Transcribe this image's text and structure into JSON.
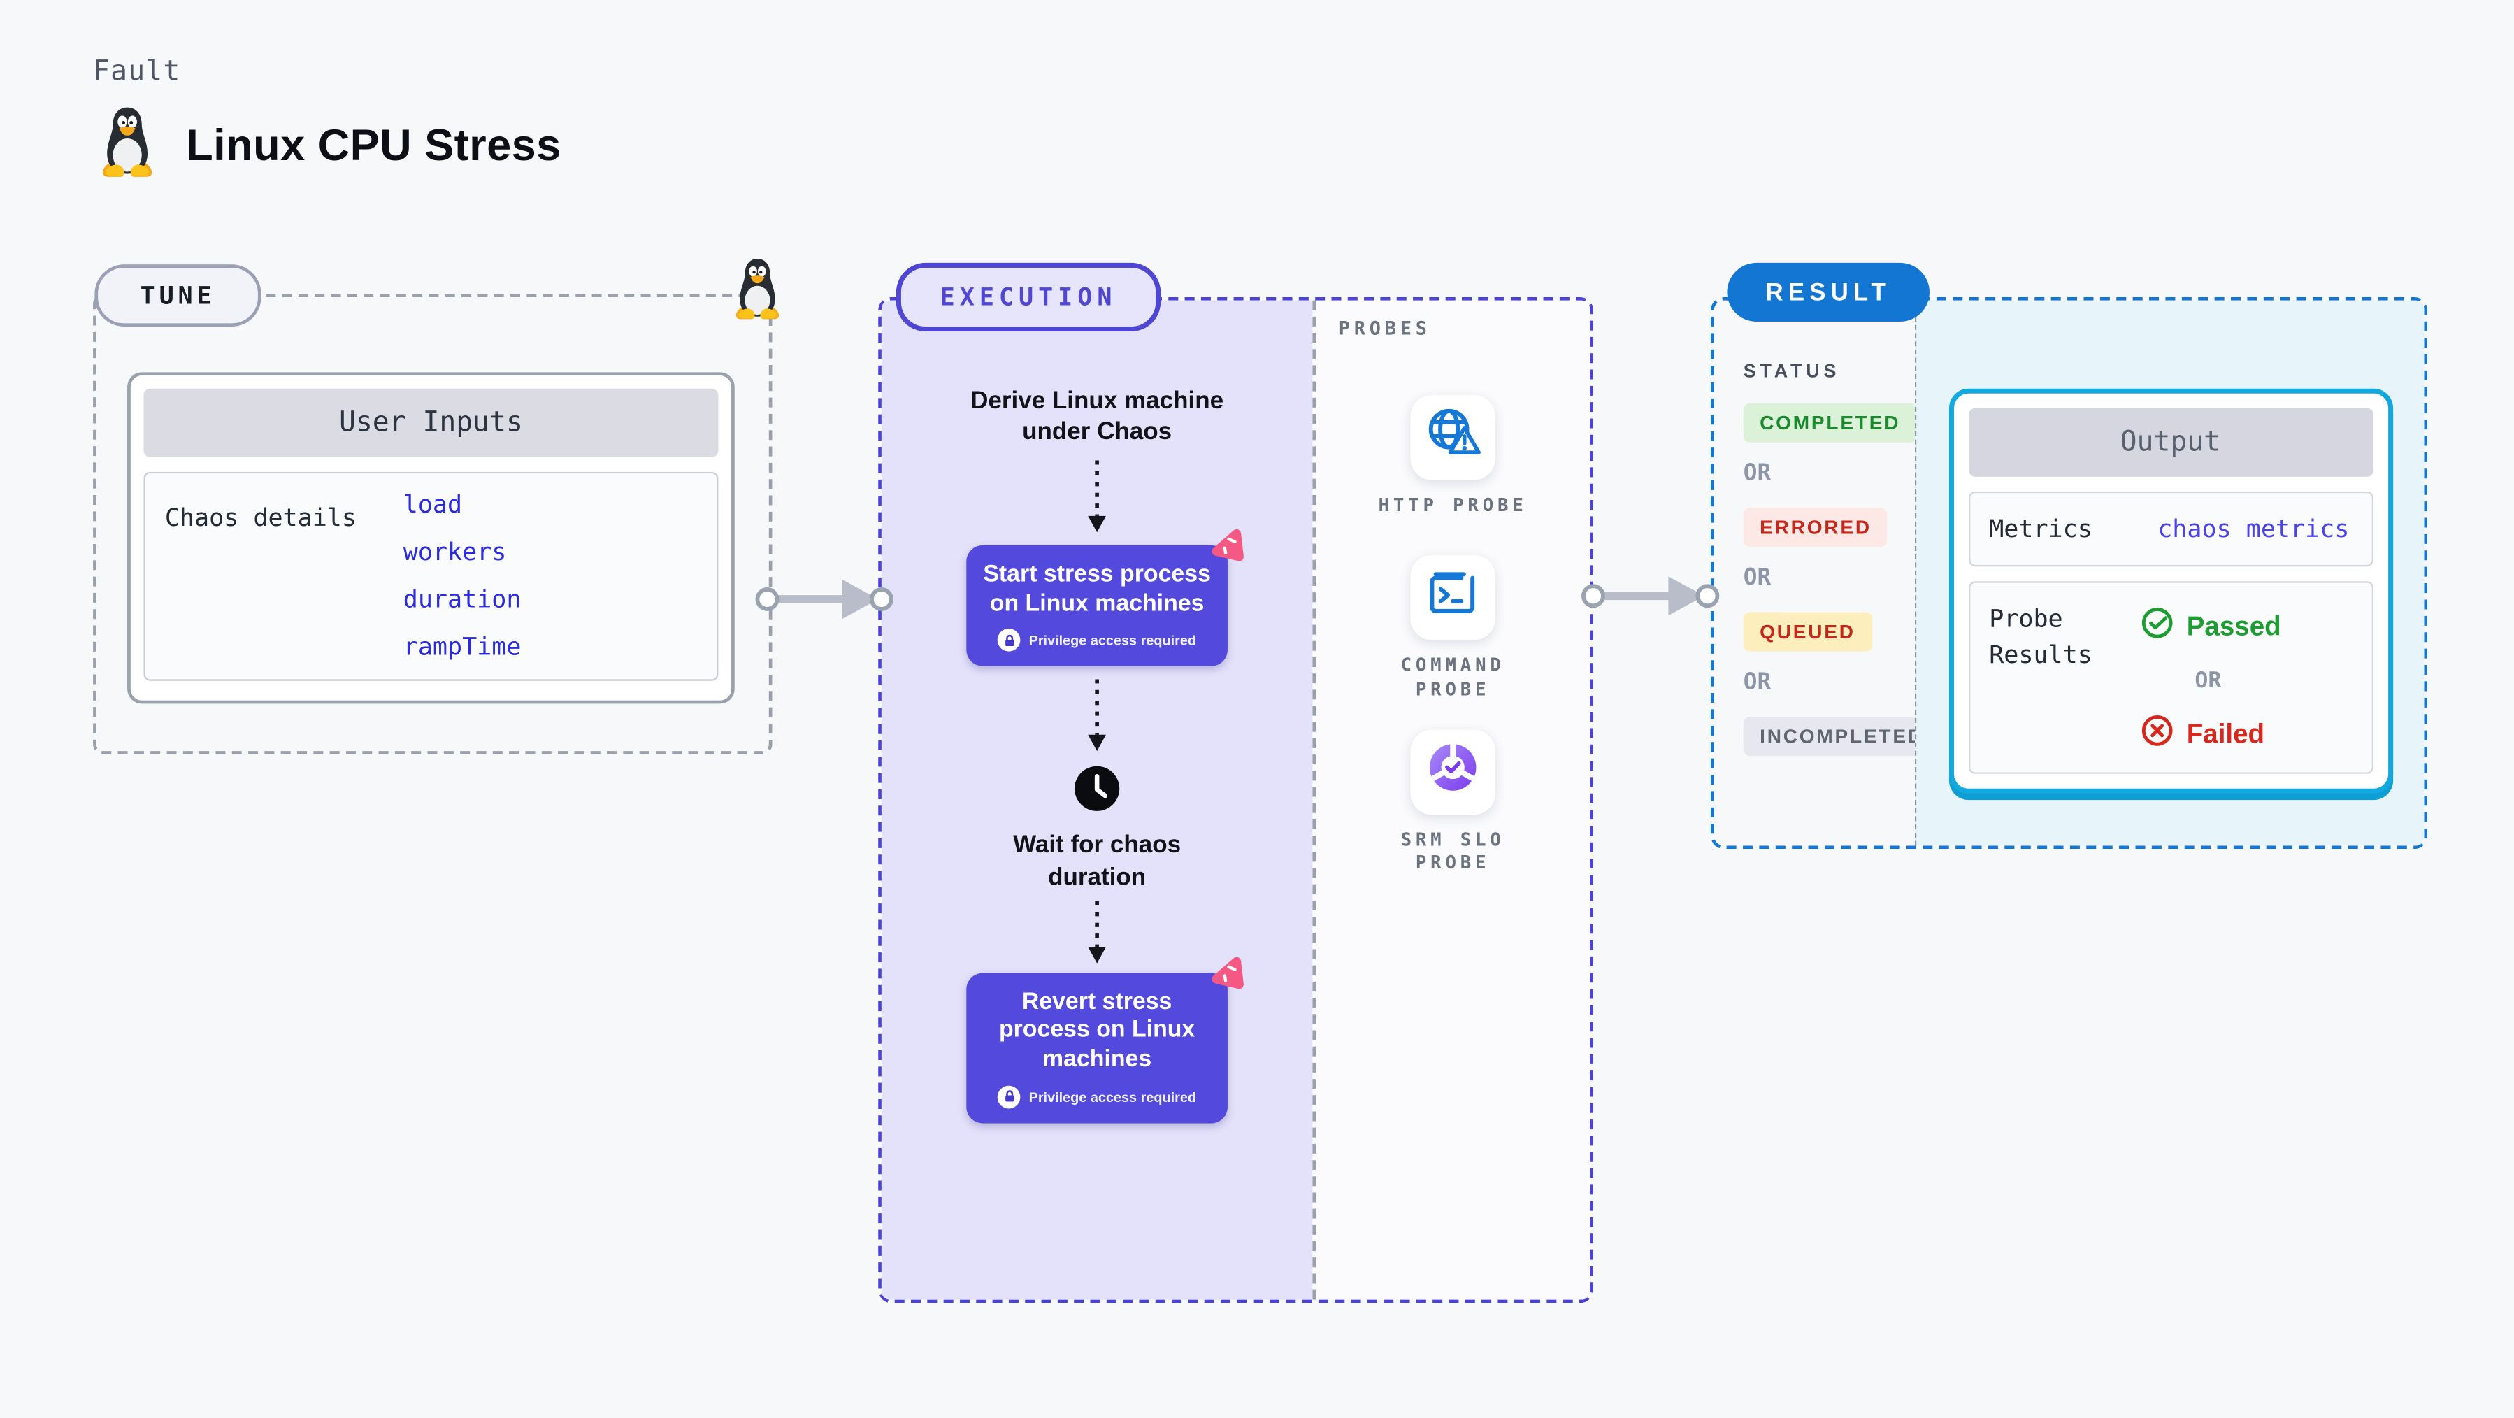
{
  "header": {
    "eyebrow": "Fault",
    "title": "Linux CPU Stress"
  },
  "tune": {
    "badge": "TUNE",
    "card": {
      "header": "User Inputs",
      "row_label": "Chaos details",
      "inputs": [
        "load",
        "workers",
        "duration",
        "rampTime"
      ]
    }
  },
  "execution": {
    "badge": "EXECUTION",
    "derive_label": "Derive Linux machine under Chaos",
    "start_node": {
      "title": "Start stress process on Linux machines",
      "badge": "Privilege access required"
    },
    "wait_label": "Wait for chaos duration",
    "revert_node": {
      "title": "Revert stress process on Linux machines",
      "badge": "Privilege access required"
    }
  },
  "probes": {
    "heading": "PROBES",
    "items": [
      {
        "label": "HTTP PROBE",
        "icon": "globe-alert-icon"
      },
      {
        "label": "COMMAND PROBE",
        "icon": "terminal-icon"
      },
      {
        "label": "SRM SLO PROBE",
        "icon": "slo-donut-icon"
      }
    ]
  },
  "result": {
    "badge": "RESULT",
    "status_heading": "STATUS",
    "or_label": "OR",
    "statuses": [
      {
        "label": "COMPLETED",
        "text_color": "#1b8a2e",
        "bg_color": "#dcf2d8"
      },
      {
        "label": "ERRORED",
        "text_color": "#c4281b",
        "bg_color": "#fce9e6"
      },
      {
        "label": "QUEUED",
        "text_color": "#c4281b",
        "bg_color": "#fceebd"
      },
      {
        "label": "INCOMPLETED",
        "text_color": "#60666f",
        "bg_color": "#e7e8ef"
      }
    ],
    "output": {
      "header": "Output",
      "metrics_label": "Metrics",
      "metrics_value": "chaos metrics",
      "probe_results_label": "Probe Results",
      "passed_label": "Passed",
      "failed_label": "Failed"
    }
  },
  "colors": {
    "page_bg": "#f7f8fa",
    "execution_accent": "#4b42d7",
    "execution_bg": "#e4e2fa",
    "node_bg": "#5349dd",
    "chaos_icon_pink": "#f65884",
    "probe_icon_blue": "#1678d6",
    "srm_icon_purple": "#7c3aed",
    "result_accent": "#1476d3",
    "output_border": "#13a9df",
    "output_bg": "#e7f5fb",
    "link_blue": "#2a2ae0",
    "passed_green": "#1d9c31",
    "failed_red": "#d6281c"
  }
}
